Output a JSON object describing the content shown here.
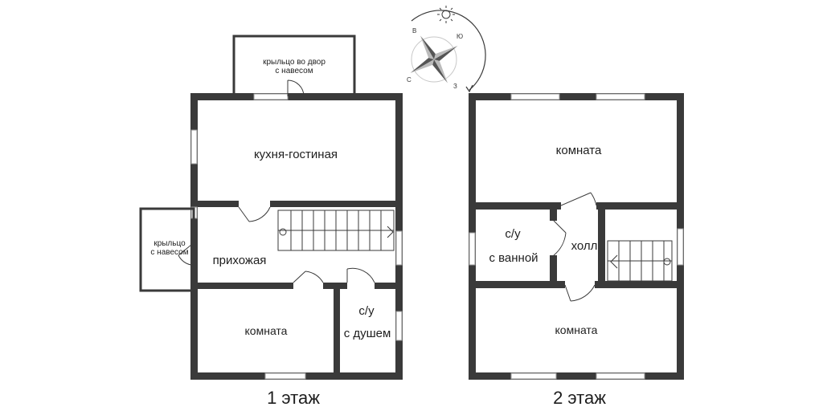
{
  "floor1": {
    "caption": "1 этаж",
    "rooms": {
      "porch_yard_line1": "крыльцо во двор",
      "porch_yard_line2": "с навесом",
      "kitchen": "кухня-гостиная",
      "porch_side_line1": "крыльцо",
      "porch_side_line2": "с навесом",
      "hall": "прихожая",
      "room": "комната",
      "bath_line1": "с/у",
      "bath_line2": "с душем"
    }
  },
  "floor2": {
    "caption": "2 этаж",
    "rooms": {
      "room_top": "комната",
      "bath_line1": "с/у",
      "bath_line2": "с ванной",
      "hall": "холл",
      "room_bottom": "комната"
    }
  },
  "compass": {
    "letters": [
      "С",
      "В",
      "Ю",
      "З"
    ]
  }
}
